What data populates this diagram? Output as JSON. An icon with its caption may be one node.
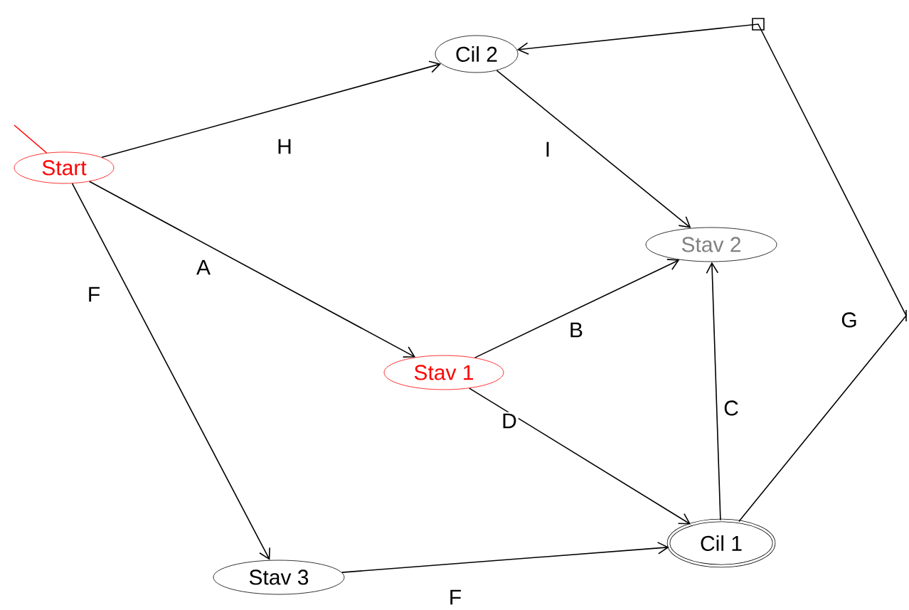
{
  "diagram": {
    "nodes": [
      {
        "text": [
          "Start"
        ]
      },
      {
        "text": [
          "Cil 2"
        ]
      },
      {
        "text": [
          "Stav 2"
        ]
      },
      {
        "text": [
          "Stav 1"
        ]
      },
      {
        "text": [
          "Stav 3"
        ]
      },
      {
        "text": [
          "Cil 1"
        ]
      }
    ],
    "edges": [
      {
        "from": null,
        "to": 0,
        "arrow": "none",
        "color": "#ff0000"
      },
      {
        "from": 0,
        "to": 1,
        "arrow": "to",
        "label": "H"
      },
      {
        "from": 0,
        "to": 3,
        "arrow": "to",
        "label": "A"
      },
      {
        "from": 0,
        "to": 4,
        "arrow": "to",
        "label": "F"
      },
      {
        "from": 1,
        "to": 2,
        "arrow": "to",
        "label": "I"
      },
      {
        "from": 3,
        "to": 2,
        "arrow": "to",
        "label": "B"
      },
      {
        "from": 3,
        "to": 5,
        "arrow": "to",
        "label": "D"
      },
      {
        "from": 4,
        "to": 5,
        "arrow": "to",
        "label": "F"
      },
      {
        "from": 5,
        "to": 2,
        "arrow": "to",
        "label": "C"
      },
      {
        "from": 5,
        "to": 1,
        "arrow": "to",
        "label": "G"
      }
    ]
  }
}
